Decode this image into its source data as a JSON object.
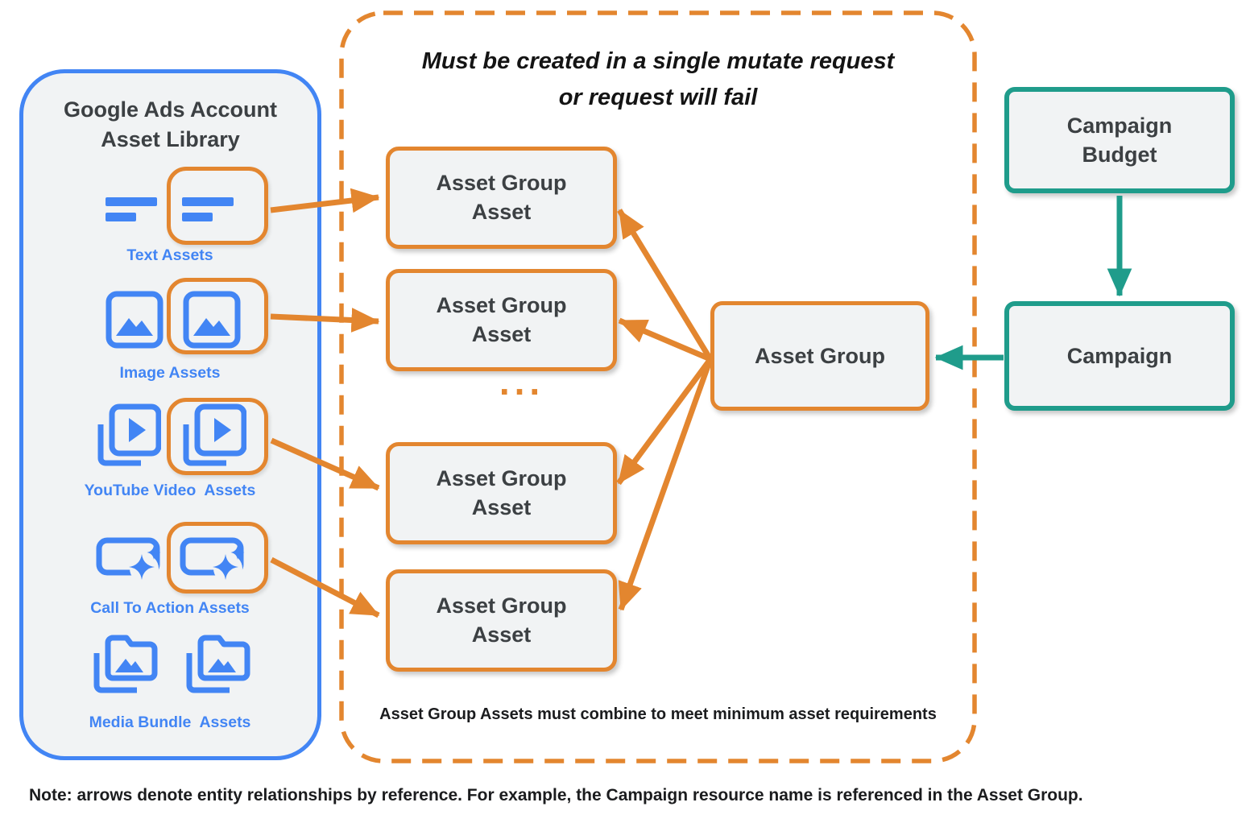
{
  "colors": {
    "blue": "#4285F4",
    "orange": "#E3862F",
    "teal": "#1F9C8B",
    "dark": "#3C4043",
    "black": "#1B1C1E",
    "fill": "#F1F3F4"
  },
  "left_panel": {
    "title": "Google Ads Account\nAsset Library",
    "items": [
      {
        "label": "Text Assets",
        "icon": "text-asset-icon"
      },
      {
        "label": "Image Assets",
        "icon": "image-asset-icon"
      },
      {
        "label": "YouTube Video  Assets",
        "icon": "youtube-video-asset-icon"
      },
      {
        "label": "Call To Action Assets",
        "icon": "call-to-action-asset-icon"
      },
      {
        "label": "Media Bundle  Assets",
        "icon": "media-bundle-asset-icon"
      }
    ]
  },
  "mutate": {
    "title": "Must be created in a single mutate request\nor request will fail",
    "boxes": [
      {
        "label": "Asset Group\nAsset"
      },
      {
        "label": "Asset Group\nAsset"
      },
      {
        "label": "Asset Group\nAsset"
      },
      {
        "label": "Asset Group\nAsset"
      }
    ],
    "ellipsis": "...",
    "asset_group_label": "Asset Group",
    "footnote": "Asset Group Assets must combine to meet minimum asset requirements"
  },
  "entities": {
    "campaign_budget_label": "Campaign\nBudget",
    "campaign_label": "Campaign"
  },
  "note": "Note: arrows denote entity relationships by reference. For example, the Campaign resource name is referenced in the Asset Group."
}
